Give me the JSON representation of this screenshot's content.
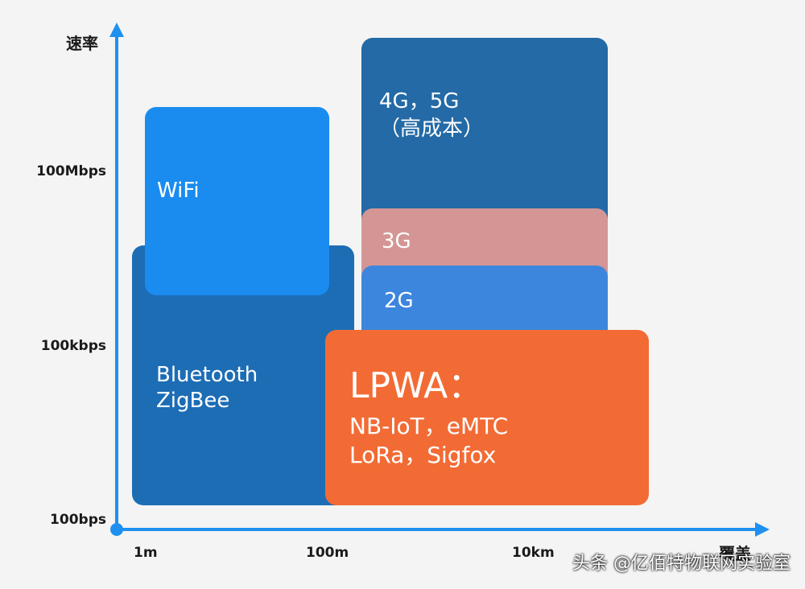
{
  "y_axis": {
    "title": "速率",
    "ticks": [
      "100Mbps",
      "100kbps",
      "100bps"
    ]
  },
  "x_axis": {
    "title": "覆盖",
    "ticks": [
      "1m",
      "100m",
      "10km"
    ]
  },
  "blocks": {
    "bluetooth": {
      "lines": [
        "Bluetooth",
        "ZigBee"
      ],
      "color": "#1d6db5"
    },
    "wifi": {
      "lines": [
        "WiFi"
      ],
      "color": "#1a8cf0"
    },
    "g4g5": {
      "lines": [
        "4G，5G",
        "（高成本）"
      ],
      "color": "#236aa6"
    },
    "g3": {
      "lines": [
        "3G"
      ],
      "color": "#d49694"
    },
    "g2": {
      "lines": [
        "2G"
      ],
      "color": "#3d86dd"
    },
    "lpwa": {
      "title": "LPWA：",
      "lines": [
        "NB-IoT，eMTC",
        "LoRa，Sigfox"
      ],
      "color": "#f26b35"
    }
  },
  "axis_color": "#1e90f0",
  "watermark": "头条 @亿佰特物联网实验室"
}
